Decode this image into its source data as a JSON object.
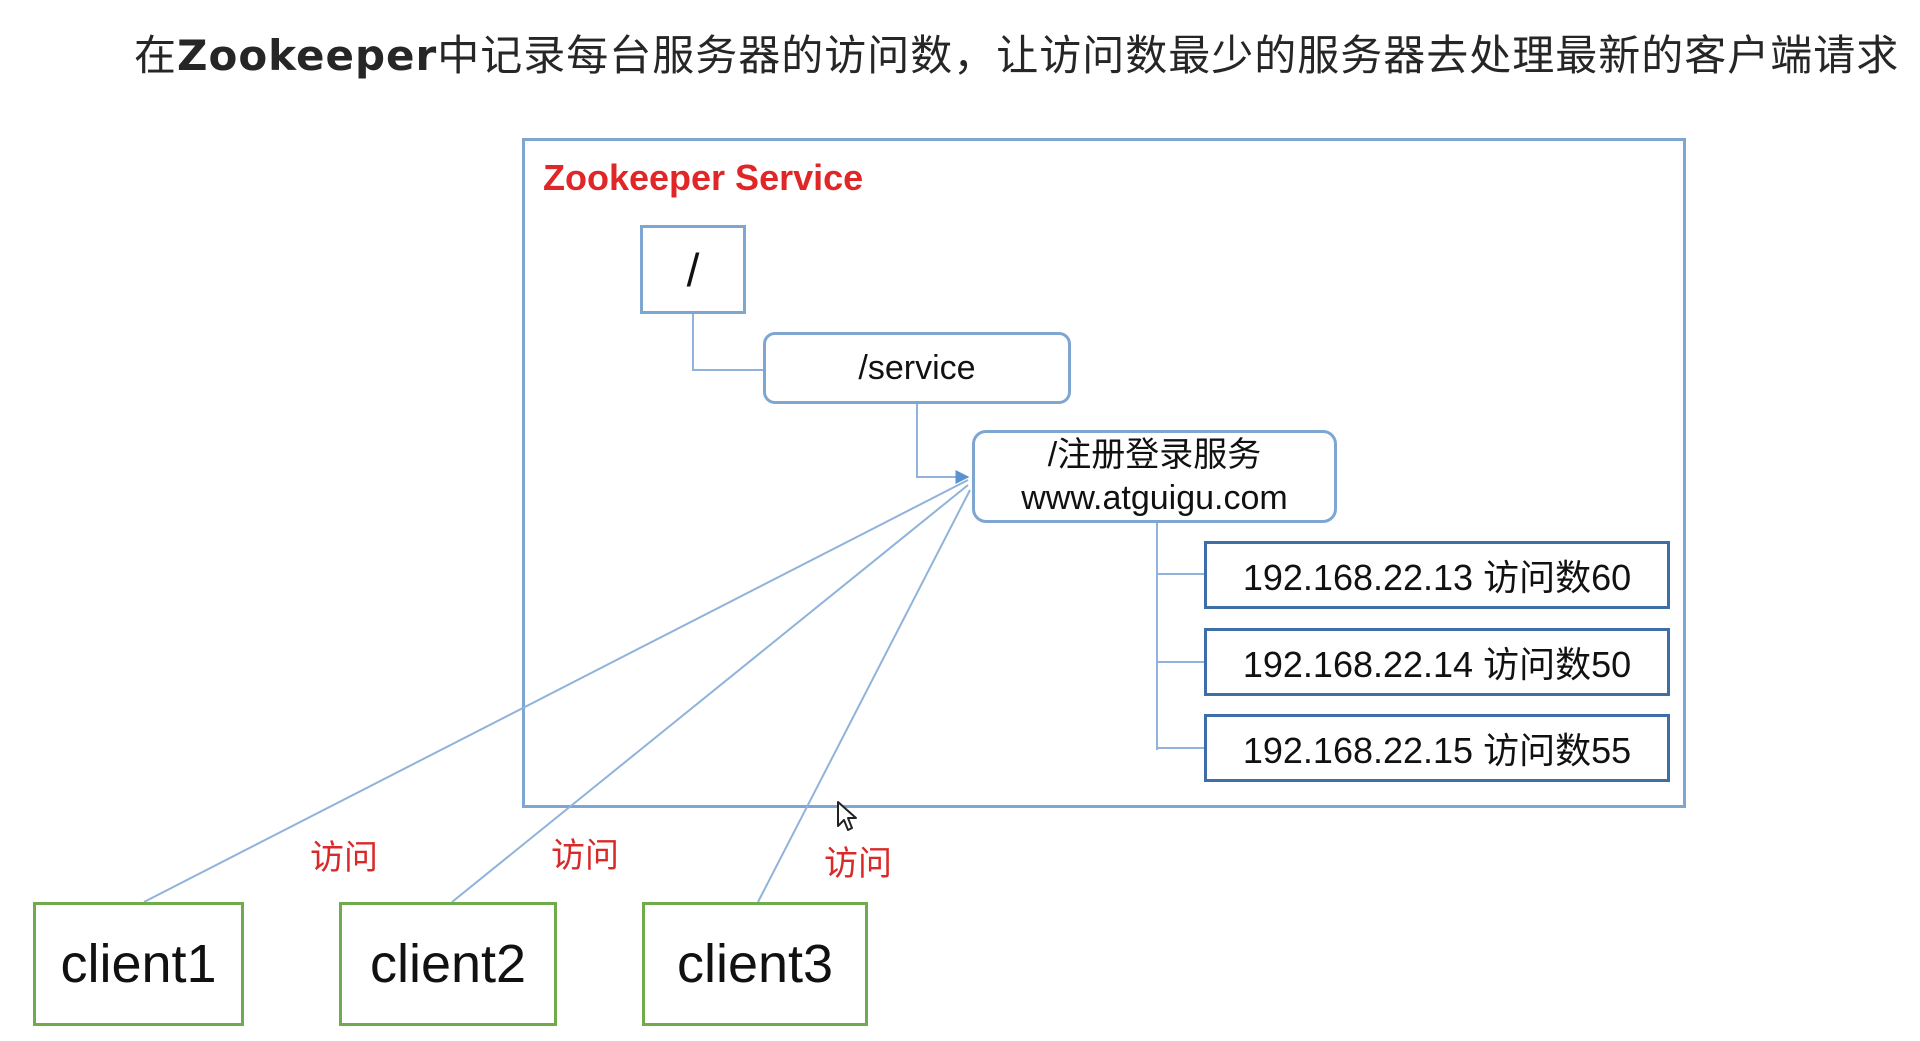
{
  "heading": {
    "prefix": "在",
    "highlight": "Zookeeper",
    "suffix": "中记录每台服务器的访问数，让访问数最少的服务器去处理最新的客户端请求"
  },
  "service": {
    "title": "Zookeeper Service",
    "root": "/",
    "service_node": "/service",
    "login_node": {
      "name": "/注册登录服务",
      "domain": "www.atguigu.com"
    },
    "servers": [
      {
        "label": "192.168.22.13  访问数60"
      },
      {
        "label": "192.168.22.14 访问数50"
      },
      {
        "label": "192.168.22.15 访问数55"
      }
    ]
  },
  "clients": [
    {
      "label": "client1"
    },
    {
      "label": "client2"
    },
    {
      "label": "client3"
    }
  ],
  "edge_labels": [
    "访问",
    "访问",
    "访问"
  ],
  "colors": {
    "service_border": "#7ea6d0",
    "server_border": "#3e6ea8",
    "client_border": "#6faa4d",
    "service_title": "#e02626",
    "edge_label": "#d92a2a",
    "connector": "#8fb3da"
  }
}
